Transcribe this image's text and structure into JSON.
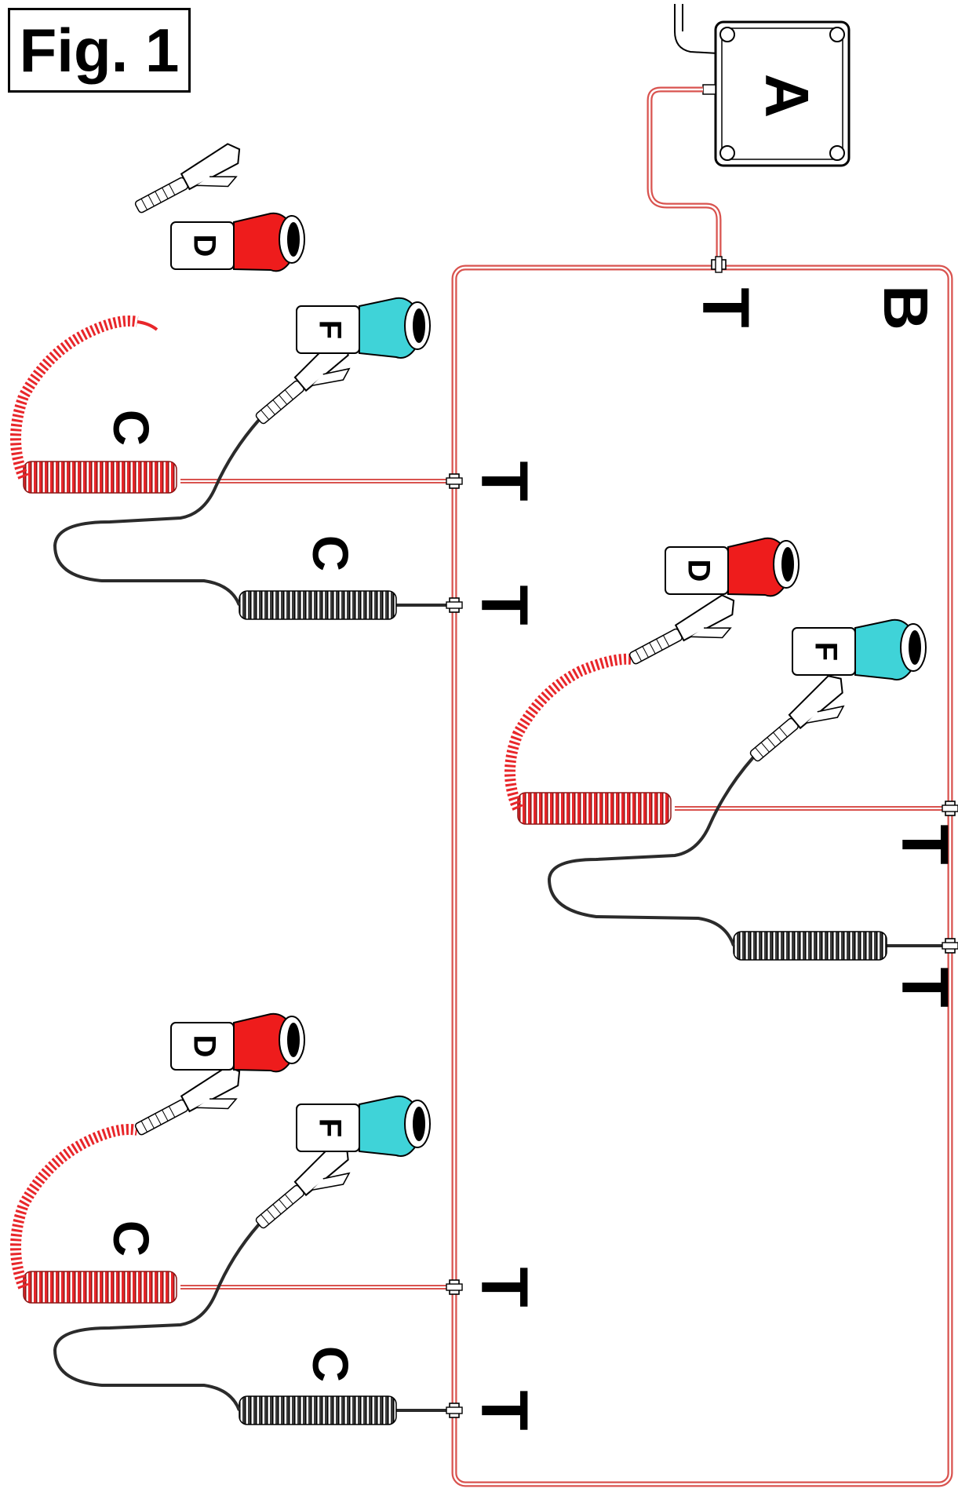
{
  "figure": {
    "title": "Fig. 1"
  },
  "labels": {
    "control_box": "A",
    "main_line": "B",
    "coiled_hose": "C",
    "red_gun_bottle": "D",
    "cyan_gun_bottle": "F",
    "tee": "T"
  },
  "colors": {
    "red_line": "#d9534f",
    "red_hose": "#e8262a",
    "hose_dark": "#8b1515",
    "black_hose": "#2b2b2b",
    "cyan_nozzle": "#3fd3d8",
    "red_nozzle": "#ee1c1c",
    "outline": "#000000"
  },
  "stations": [
    {
      "name": "station-upper-left",
      "red_tee": "T",
      "black_tee": "T",
      "red_hose_label": "C",
      "black_hose_label": "C",
      "red_bottle": "D",
      "cyan_bottle": "F"
    },
    {
      "name": "station-right",
      "red_tee": "T",
      "black_tee": "T",
      "red_bottle": "D",
      "cyan_bottle": "F"
    },
    {
      "name": "station-lower-left",
      "red_tee": "T",
      "black_tee": "T",
      "red_hose_label": "C",
      "black_hose_label": "C",
      "red_bottle": "D",
      "cyan_bottle": "F"
    }
  ],
  "main_tee_label": "T"
}
